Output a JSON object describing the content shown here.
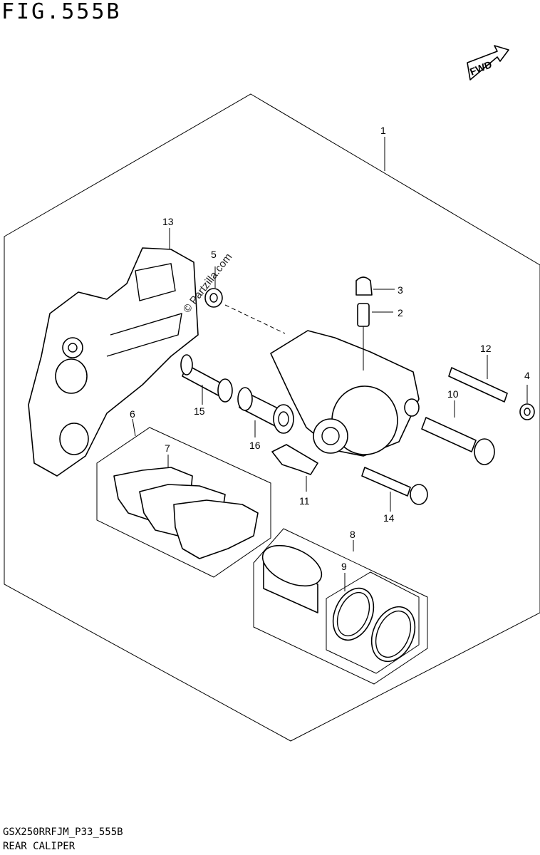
{
  "figure": {
    "title": "FIG.555B",
    "direction_badge": "FWD",
    "watermark": "© Partzilla.com",
    "code": "GSX250RRFJM_P33_555B",
    "name": "REAR CALIPER"
  },
  "callouts": [
    "1",
    "2",
    "3",
    "4",
    "5",
    "6",
    "7",
    "8",
    "9",
    "10",
    "11",
    "12",
    "13",
    "14",
    "15",
    "16"
  ],
  "icons": {
    "direction": "fwd-arrow-icon"
  }
}
